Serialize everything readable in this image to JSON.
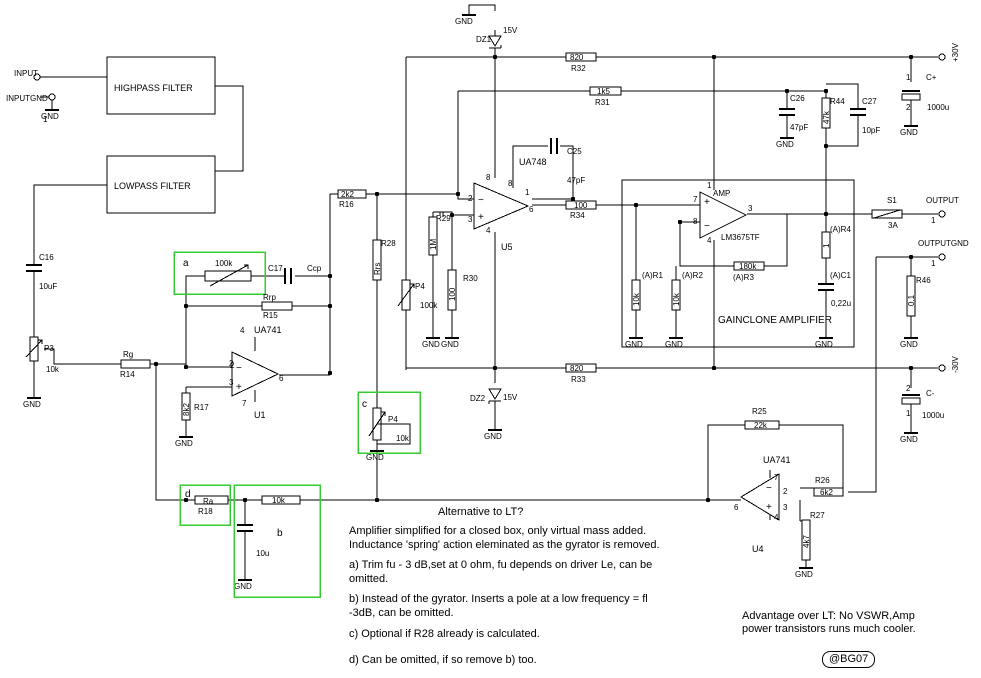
{
  "blocks": {
    "highpass": "HIGHPASS FILTER",
    "lowpass": "LOWPASS FILTER",
    "gainclone": "GAINCLONE AMPLIFIER",
    "amp": "AMP",
    "chip": "LM3675TF"
  },
  "ports": {
    "input": "INPUT",
    "inputgnd": "INPUTGND",
    "output": "OUTPUT",
    "outputgnd": "OUTPUTGND",
    "vplus": "+30V",
    "vminus": "-30V",
    "gnd": "GND"
  },
  "opamps": {
    "u1": "UA741",
    "u1_ref": "U1",
    "u4": "UA741",
    "u4_ref": "U4",
    "u5": "UA748",
    "u5_ref": "U5"
  },
  "pins": [
    "1",
    "2",
    "3",
    "4",
    "6",
    "7",
    "8"
  ],
  "components": {
    "c16": [
      "C16",
      "10uF"
    ],
    "p3": [
      "P3",
      "10k"
    ],
    "r14": [
      "Rg",
      "R14"
    ],
    "r17": [
      "8k2",
      "R17"
    ],
    "r15": [
      "Rrp",
      "R15"
    ],
    "c17": [
      "C17",
      "Ccp"
    ],
    "pot_a": "100k",
    "r16": [
      "2k2",
      "R16"
    ],
    "r28": [
      "Rrs",
      "R28"
    ],
    "p4c": [
      "P4",
      "10k"
    ],
    "r18": [
      "Ra",
      "R18"
    ],
    "r_10k": "10k",
    "c_10u": "10u",
    "r29": [
      "R29",
      "1M"
    ],
    "p4": [
      "P4",
      "100k"
    ],
    "r30": [
      "R30",
      "100"
    ],
    "c25": [
      "C25",
      "47pF"
    ],
    "dz1": [
      "DZ1",
      "15V"
    ],
    "dz2": [
      "DZ2",
      "15V"
    ],
    "r32": [
      "820",
      "R32"
    ],
    "r31": [
      "1k5",
      "R31"
    ],
    "r33": [
      "820",
      "R33"
    ],
    "r34": [
      "100",
      "R34"
    ],
    "r1": [
      "(A)R1",
      "10k"
    ],
    "r2": [
      "(A)R2",
      "10k"
    ],
    "r3": [
      "180k",
      "(A)R3"
    ],
    "c26": [
      "C26",
      "47pF"
    ],
    "r44": [
      "R44",
      "47k"
    ],
    "c27": [
      "C27",
      "10pF"
    ],
    "cplus": [
      "C+",
      "1000u"
    ],
    "cminus": [
      "C-",
      "1000u"
    ],
    "s1": [
      "S1",
      "3A"
    ],
    "r4": [
      "(A)R4",
      "1"
    ],
    "c1": [
      "(A)C1",
      "0,22u"
    ],
    "r46": [
      "R46",
      "0,1"
    ],
    "r25": [
      "R25",
      "22k"
    ],
    "r26": [
      "R26",
      "6k2"
    ],
    "r27": [
      "R27",
      "4k7"
    ]
  },
  "green_labels": {
    "a": "a",
    "b": "b",
    "c": "c",
    "d": "d"
  },
  "notes": {
    "title": "Alternative to LT?",
    "intro1": "Amplifier simplified for a closed box, only virtual mass added.",
    "intro2": "Inductance 'spring' action eleminated as the gyrator is removed.",
    "a1": "a) Trim fu - 3 dB,set at 0 ohm, fu depends on driver Le, can be",
    "a2": "omitted.",
    "b1": "b) Instead of the gyrator. Inserts a pole at a low frequency = fl",
    "b2": "-3dB, can be omitted.",
    "c": "c) Optional if R28 already is calculated.",
    "d": "d) Can be omitted, if so remove b) too.",
    "adv1": "Advantage over LT: No VSWR,Amp",
    "adv2": "power transistors runs much cooler.",
    "sig": "@BG07"
  }
}
